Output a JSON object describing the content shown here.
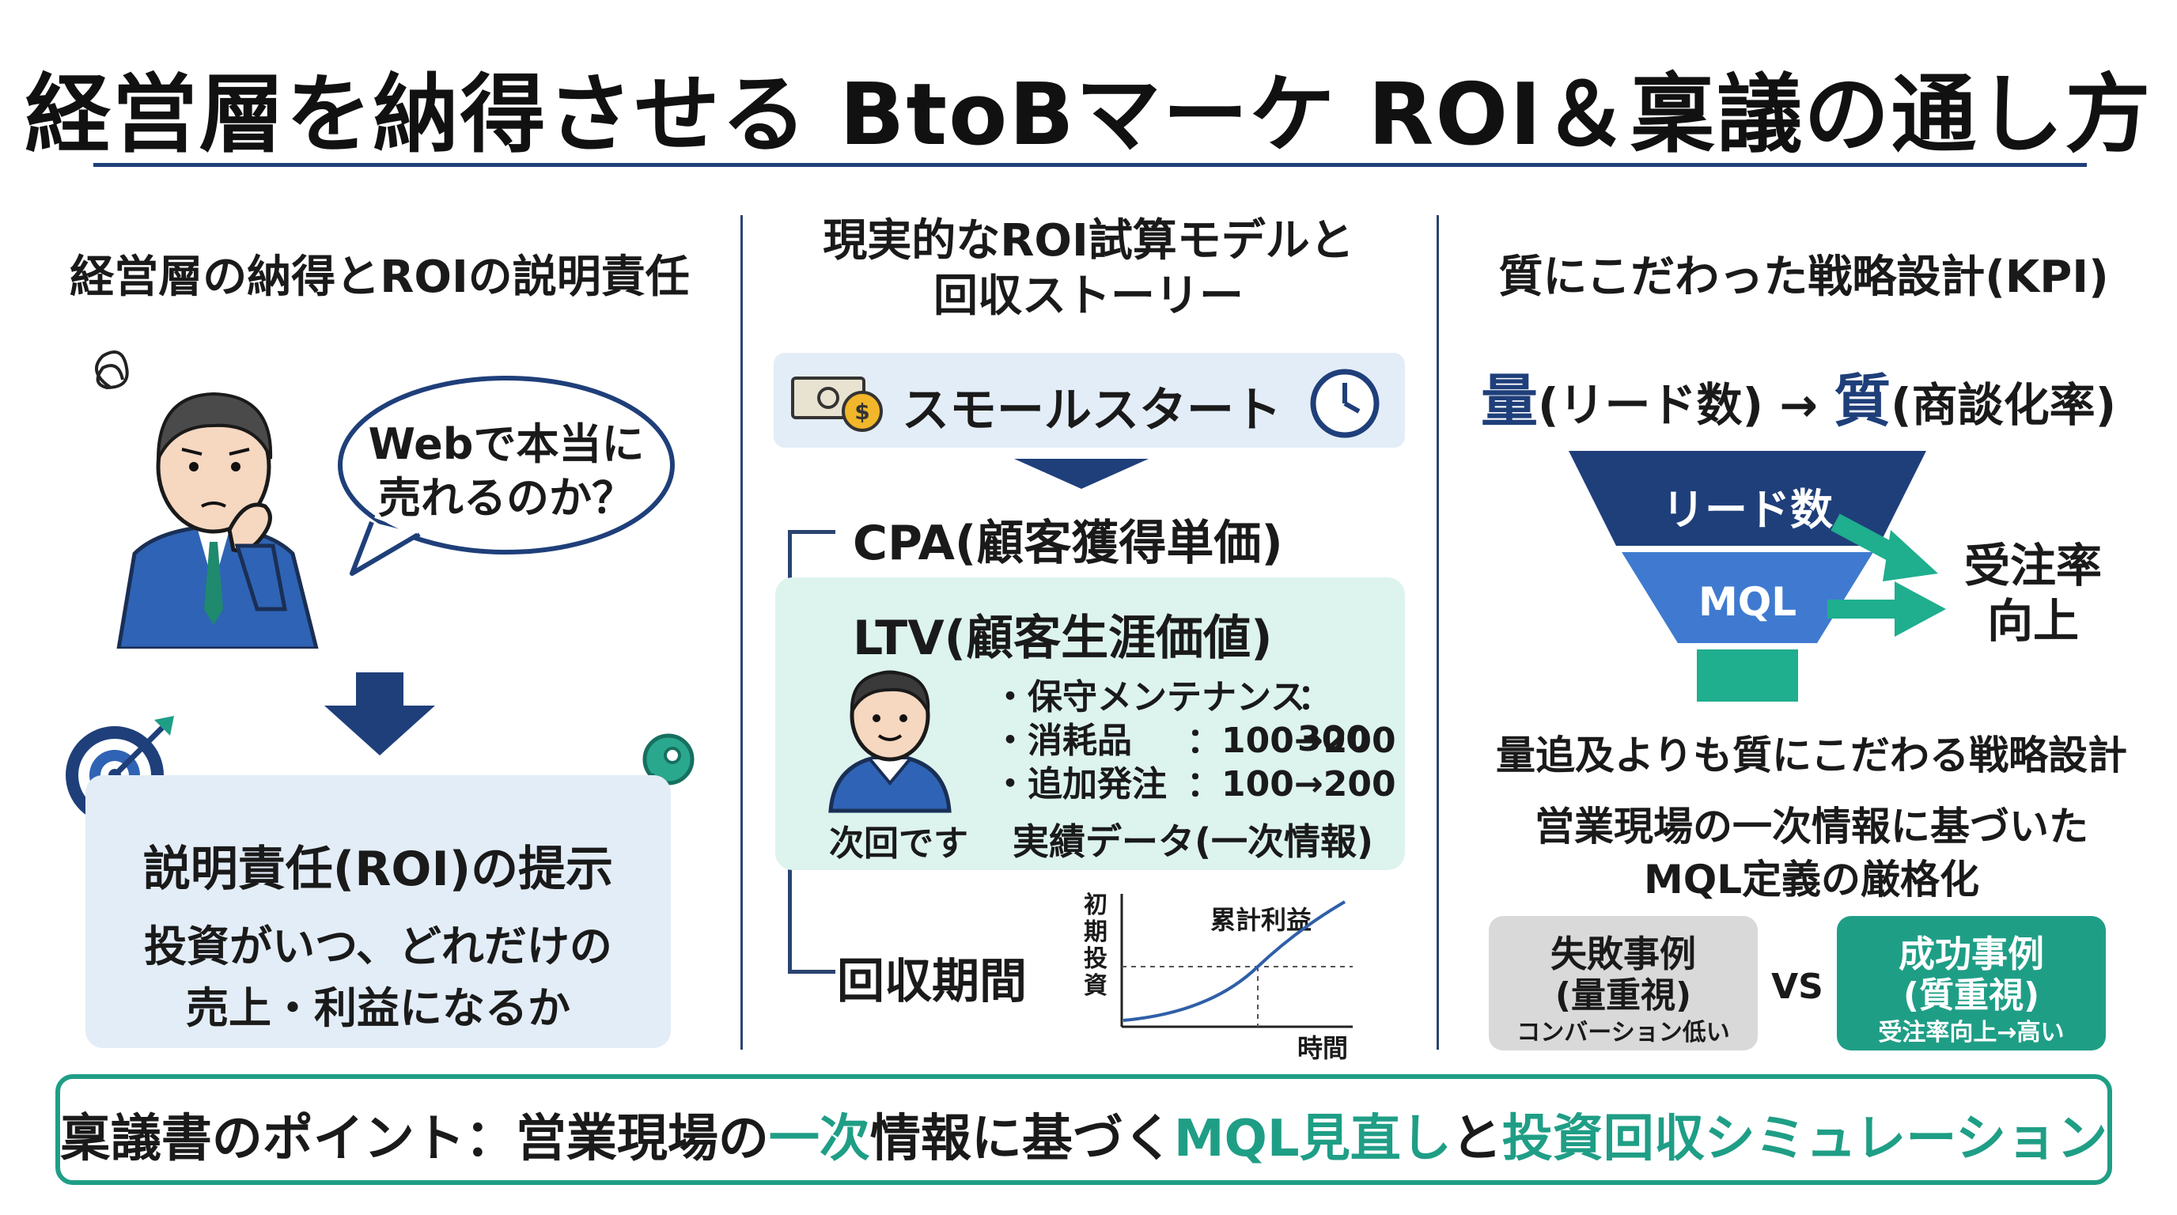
{
  "title": "経営層を納得させる BtoBマーケ ROI＆稟議の通し方",
  "left": {
    "heading": "経営層の納得とROIの説明責任",
    "bubble_line1": "Webで本当に",
    "bubble_line2": "売れるのか？",
    "box_title": "説明責任(ROI)の提示",
    "box_line1": "投資がいつ、どれだけの",
    "box_line2": "売上・利益になるか"
  },
  "middle": {
    "heading_line1": "現実的なROI試算モデルと",
    "heading_line2": "回収ストーリー",
    "small_start": "スモールスタート",
    "cpa": "CPA(顧客獲得単価)",
    "ltv": "LTV(顧客生涯価値)",
    "ltv_items": [
      {
        "label": "・保守メンテナンス",
        "value": "：300"
      },
      {
        "label": "・消耗品",
        "value": "：100→200"
      },
      {
        "label": "・追加発注",
        "value": "：100→200"
      }
    ],
    "person_caption": "次回です",
    "data_caption": "実績データ(一次情報)",
    "payback": "回収期間",
    "chart_y_label": "初期投資",
    "chart_curve_label": "累計利益",
    "chart_x_label": "時間"
  },
  "right": {
    "heading": "質にこだわった戦略設計(KPI)",
    "qty_char": "量",
    "qty_rest": "(リード数)",
    "arrow": "→",
    "quality_char": "質",
    "quality_rest": "(商談化率)",
    "funnel_top": "リード数",
    "funnel_mid": "MQL",
    "result_line1": "受注率",
    "result_line2": "向上",
    "strategy": "量追及よりも質にこだわる戦略設計",
    "mql_line1": "営業現場の一次情報に基づいた",
    "mql_line2": "MQL定義の厳格化",
    "fail_title": "失敗事例",
    "fail_sub": "(量重視)",
    "fail_note": "コンバーション低い",
    "vs": "VS",
    "success_title": "成功事例",
    "success_sub": "(質重視)",
    "success_note": "受注率向上→高い"
  },
  "footer": {
    "part1": "稟議書のポイント：営業現場の",
    "part2": "一次",
    "part3": "情報に基づく",
    "part4": "MQL見直し",
    "part5": "と",
    "part6": "投資回収シミュレーション"
  },
  "colors": {
    "navy": "#1f3f7a",
    "teal": "#1f9e86",
    "light_blue": "#e3edf7",
    "light_teal": "#ddf3ee"
  }
}
